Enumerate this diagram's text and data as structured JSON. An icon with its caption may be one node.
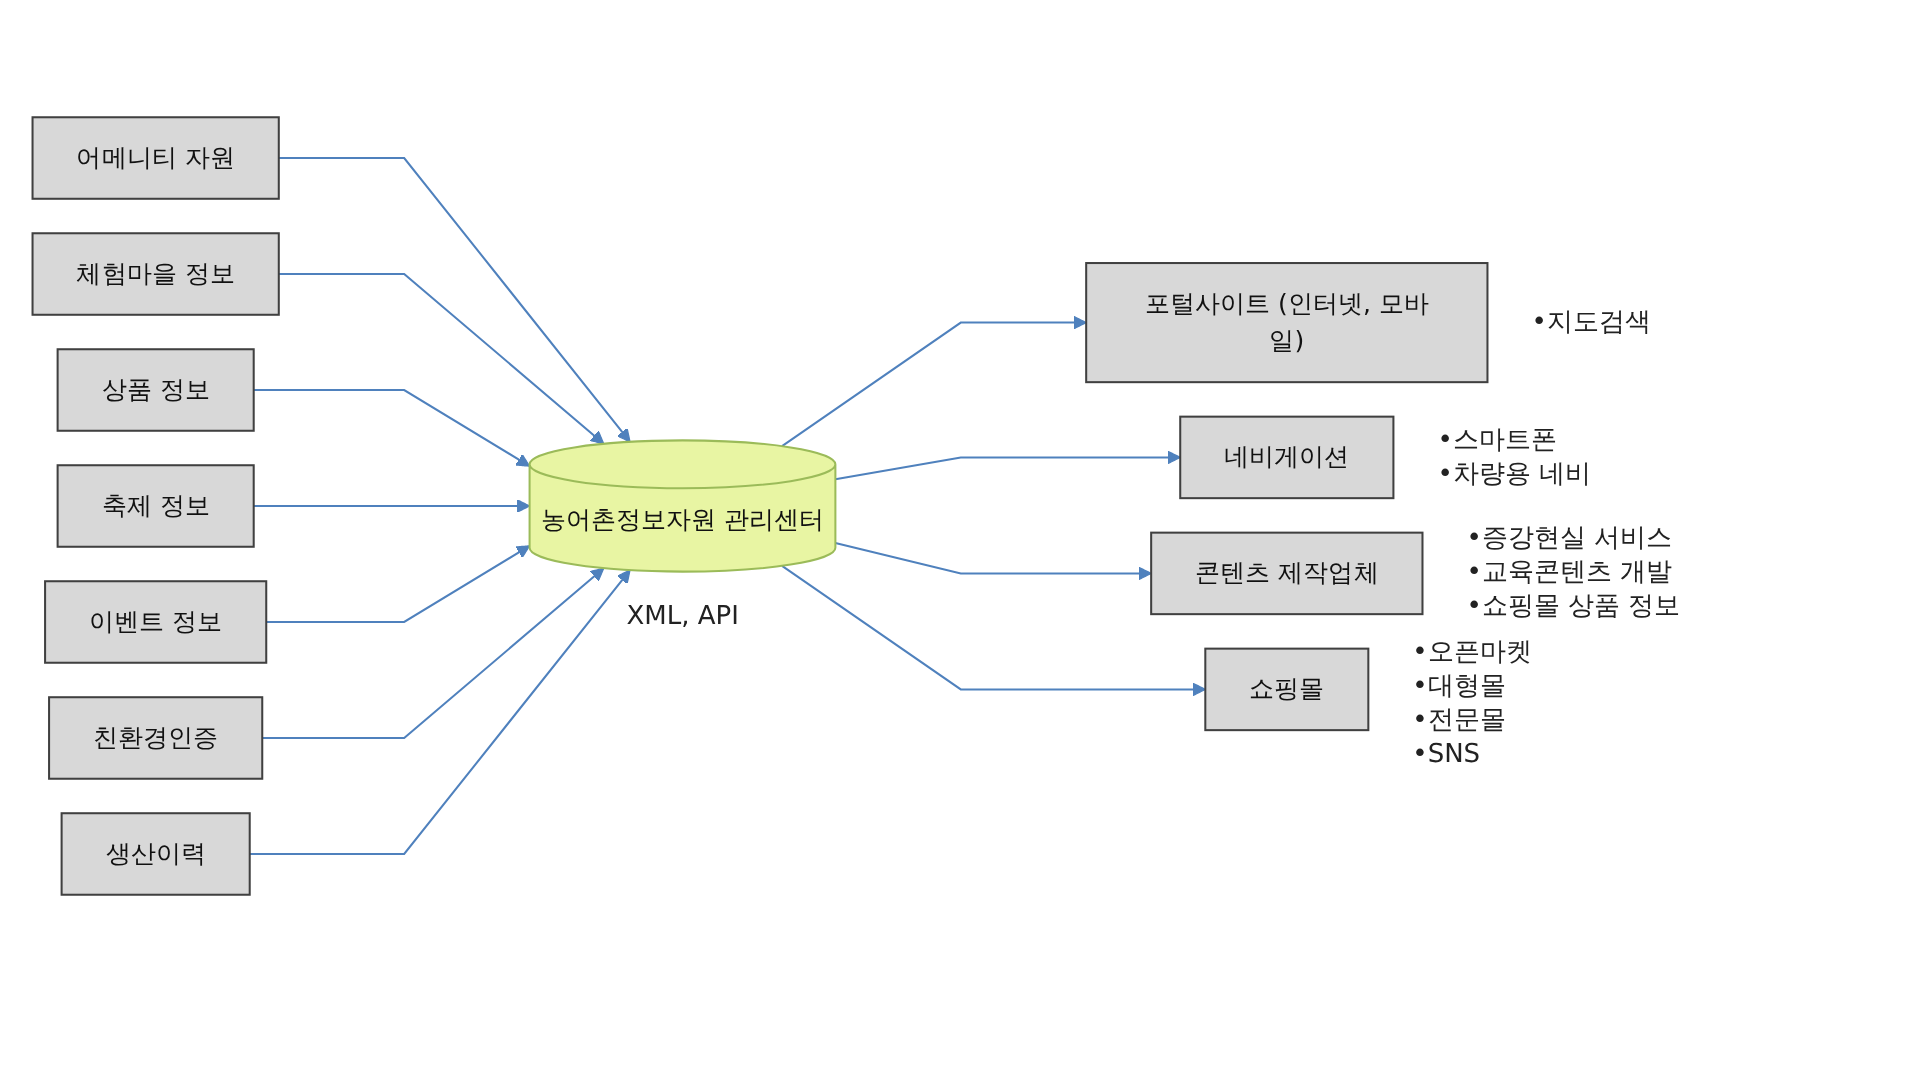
{
  "diagram": {
    "nodes": [
      {
        "text": [
          "어메니티 자원"
        ]
      },
      {
        "text": [
          "체험마을 정보"
        ]
      },
      {
        "text": [
          "상품 정보"
        ]
      },
      {
        "text": [
          "축제 정보"
        ]
      },
      {
        "text": [
          "이벤트 정보"
        ]
      },
      {
        "text": [
          "친환경인증"
        ]
      },
      {
        "text": [
          "생산이력"
        ]
      },
      {
        "text": [
          "농어촌정보자원 관리센터"
        ],
        "beside": [
          "XML, API"
        ]
      },
      {
        "text": [
          "포털사이트 (인터넷, 모바일)"
        ],
        "beside": [
          "•지도검색"
        ]
      },
      {
        "text": [
          "네비게이션"
        ],
        "beside": [
          "•스마트폰",
          "•차량용 네비"
        ]
      },
      {
        "text": [
          "콘텐츠 제작업체"
        ],
        "beside": [
          "•증강현실 서비스",
          "•교육콘텐츠 개발",
          "•쇼핑몰 상품 정보"
        ]
      },
      {
        "text": [
          "쇼핑몰"
        ],
        "beside": [
          "•오픈마켓",
          "•대형몰",
          "•전문몰",
          "•SNS"
        ]
      }
    ],
    "edges": [
      {
        "from": 0,
        "to": 7,
        "arrow": "to"
      },
      {
        "from": 1,
        "to": 7,
        "arrow": "to"
      },
      {
        "from": 2,
        "to": 7,
        "arrow": "to"
      },
      {
        "from": 3,
        "to": 7,
        "arrow": "to"
      },
      {
        "from": 4,
        "to": 7,
        "arrow": "to"
      },
      {
        "from": 5,
        "to": 7,
        "arrow": "to"
      },
      {
        "from": 6,
        "to": 7,
        "arrow": "to"
      },
      {
        "from": 7,
        "to": 8,
        "arrow": "to"
      },
      {
        "from": 7,
        "to": 9,
        "arrow": "to"
      },
      {
        "from": 7,
        "to": 10,
        "arrow": "to"
      },
      {
        "from": 7,
        "to": 11,
        "arrow": "to"
      }
    ]
  }
}
